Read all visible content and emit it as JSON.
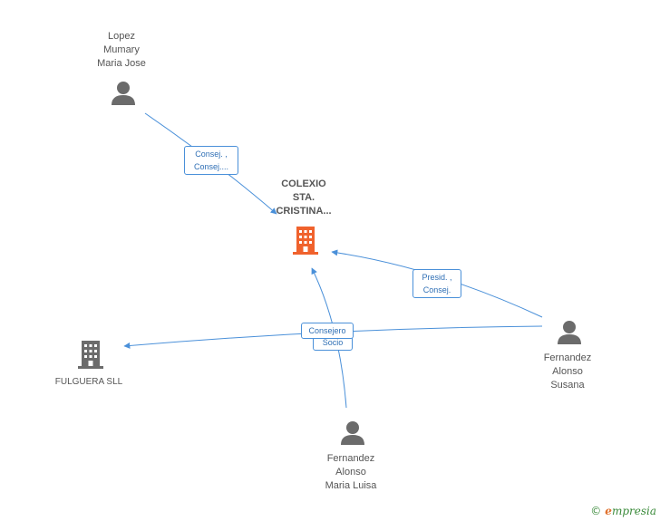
{
  "nodes": {
    "lopez": {
      "lines": [
        "Lopez",
        "Mumary",
        "Maria Jose"
      ]
    },
    "colexio": {
      "lines": [
        "COLEXIO",
        "STA.",
        "CRISTINA..."
      ]
    },
    "fulguera": {
      "lines": [
        "FULGUERA SLL"
      ]
    },
    "susana": {
      "lines": [
        "Fernandez",
        "Alonso",
        "Susana"
      ]
    },
    "luisa": {
      "lines": [
        "Fernandez",
        "Alonso",
        "Maria Luisa"
      ]
    }
  },
  "edges": {
    "lopez_colexio": {
      "lines": [
        "Consej. ,",
        "Consej...."
      ]
    },
    "susana_colexio": {
      "lines": [
        "Presid. ,",
        "Consej."
      ]
    },
    "susana_fulguera": {
      "lines": [
        "Consejero"
      ]
    },
    "luisa_colexio": {
      "lines": [
        "Socio"
      ]
    }
  },
  "colors": {
    "edge": "#4a90d9",
    "person_icon": "#6b6b6b",
    "company_icon": "#6b6b6b",
    "focus_company_icon": "#f0622d"
  },
  "brand": {
    "copyright_symbol": "©",
    "first_letter": "e",
    "name_rest": "mpresia"
  }
}
